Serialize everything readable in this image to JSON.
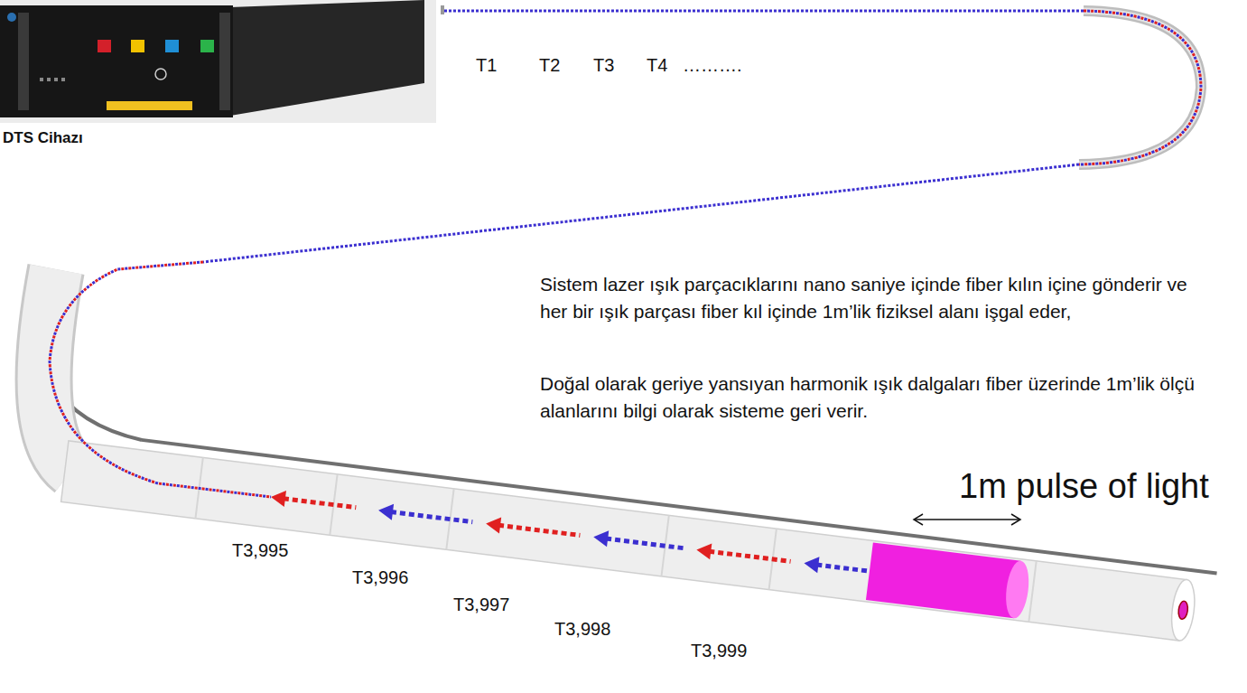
{
  "diagram": {
    "labels": [
      "DTS Cihazı",
      "T1",
      "T2",
      "T3",
      "T4",
      "……….",
      "Sistem lazer ışık parçacıklarını nano saniye içinde fiber kılın içine gönderir ve her bir ışık parçası fiber kıl içinde 1m’lik fiziksel alanı işgal eder,",
      "Doğal olarak geriye yansıyan harmonik ışık dalgaları fiber üzerinde 1m’lik ölçü alanlarını bilgi olarak sisteme geri verir.",
      "1m pulse of light",
      "T3,995",
      "T3,996",
      "T3,997",
      "T3,998",
      "T3,999"
    ]
  }
}
